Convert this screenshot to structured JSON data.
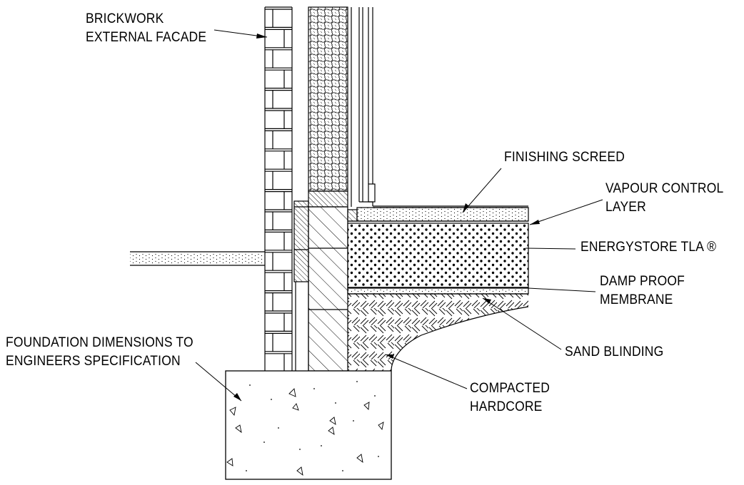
{
  "labels": {
    "brickwork": [
      "BRICKWORK",
      "EXTERNAL FACADE"
    ],
    "finishing_screed": "FINISHING SCREED",
    "vapour_control": [
      "VAPOUR CONTROL",
      "LAYER"
    ],
    "energystore": "ENERGYSTORE TLA ®",
    "damp_proof": [
      "DAMP PROOF",
      "MEMBRANE"
    ],
    "sand_blinding": "SAND BLINDING",
    "compacted_hardcore": [
      "COMPACTED",
      "HARDCORE"
    ],
    "foundation": [
      "FOUNDATION DIMENSIONS TO",
      "ENGINEERS SPECIFICATION"
    ]
  },
  "colors": {
    "line": "#000000",
    "background": "#ffffff"
  }
}
